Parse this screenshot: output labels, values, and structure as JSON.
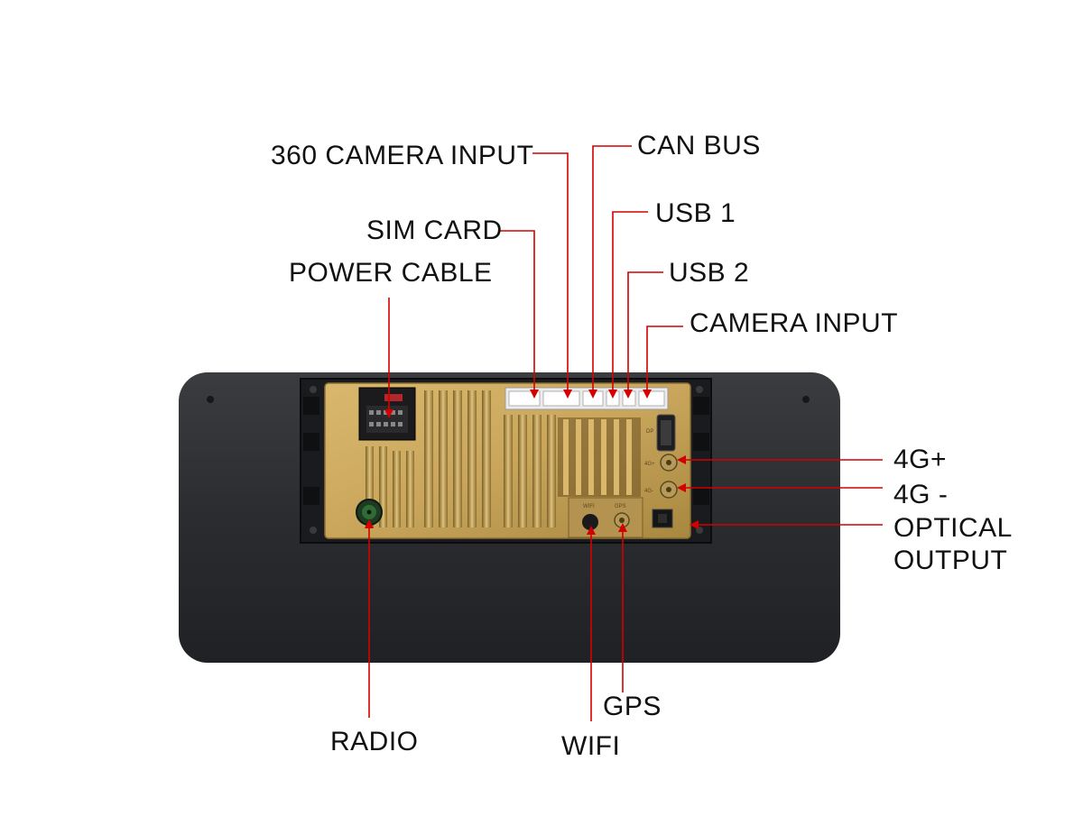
{
  "labels": {
    "camera_360": "360 CAMERA INPUT",
    "can_bus": "CAN BUS",
    "sim_card": "SIM CARD",
    "usb1": "USB 1",
    "power_cable": "POWER CABLE",
    "usb2": "USB 2",
    "camera_input": "CAMERA INPUT",
    "g4_plus": "4G+",
    "g4_minus": "4G -",
    "optical_line1": "OPTICAL",
    "optical_line2": "OUTPUT",
    "gps": "GPS",
    "radio": "RADIO",
    "wifi": "WIFI"
  },
  "panel_text": {
    "dp": "DP",
    "g4_plus": "4G+",
    "g4_minus": "4G-",
    "wifi": "WIFI",
    "gps": "GPS"
  },
  "colors": {
    "leader": "#d40000",
    "housing": "#2b2d31",
    "brass": "#c9a65c",
    "background": "#ffffff"
  }
}
